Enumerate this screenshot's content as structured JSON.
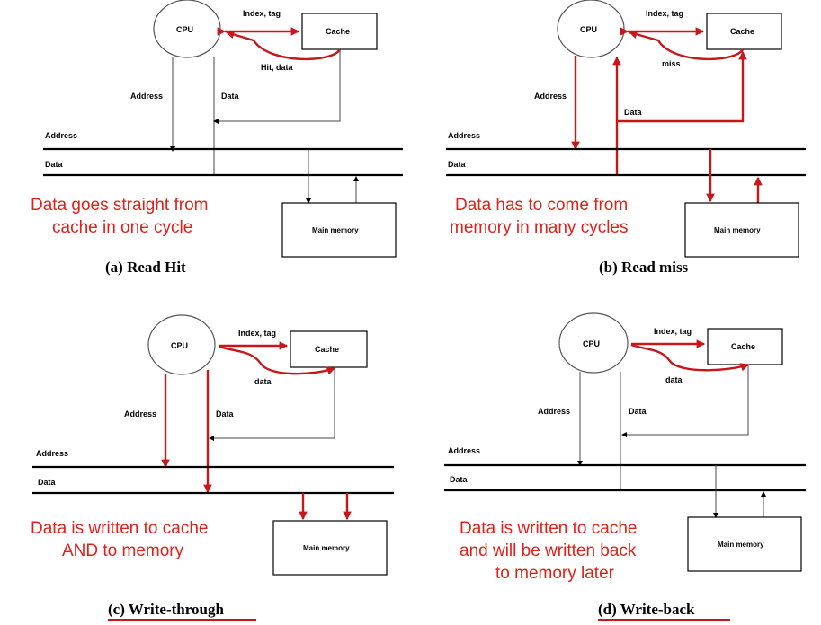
{
  "panels": {
    "a": {
      "cpu": "CPU",
      "cache": "Cache",
      "memory": "Main memory",
      "bus_address": "Address",
      "bus_data": "Data",
      "index_tag": "Index, tag",
      "hit_data": "Hit, data",
      "address": "Address",
      "data": "Data",
      "note": [
        "Data goes straight from",
        "cache in one cycle"
      ],
      "caption": "(a) Read Hit"
    },
    "b": {
      "cpu": "CPU",
      "cache": "Cache",
      "memory": "Main memory",
      "bus_address": "Address",
      "bus_data": "Data",
      "index_tag": "Index, tag",
      "miss": "miss",
      "address": "Address",
      "data": "Data",
      "note": [
        "Data has to come from",
        "memory in many cycles"
      ],
      "caption": "(b) Read miss"
    },
    "c": {
      "cpu": "CPU",
      "cache": "Cache",
      "memory": "Main memory",
      "bus_address": "Address",
      "bus_data": "Data",
      "index_tag": "Index, tag",
      "data_label": "data",
      "address": "Address",
      "data": "Data",
      "note": [
        "Data is written to cache",
        "AND to memory"
      ],
      "caption": "(c) Write-through"
    },
    "d": {
      "cpu": "CPU",
      "cache": "Cache",
      "memory": "Main memory",
      "bus_address": "Address",
      "bus_data": "Data",
      "index_tag": "Index, tag",
      "data_label": "data",
      "address": "Address",
      "data": "Data",
      "note": [
        "Data is written to cache",
        "and will be written back",
        "to memory later"
      ],
      "caption": "(d) Write-back"
    }
  },
  "colors": {
    "accent_red": "#c8171a",
    "note_red": "#e0201b"
  }
}
